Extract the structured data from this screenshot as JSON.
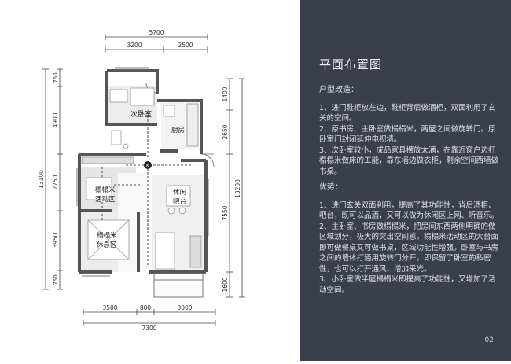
{
  "plan": {
    "dims_top": {
      "total": "5700",
      "left": "3200",
      "right": "2500"
    },
    "dims_bottom": {
      "total": "7300",
      "left": "3500",
      "mid": "800",
      "right": "3000"
    },
    "dims_left": {
      "total": "13100",
      "seg1": "750",
      "seg2": "4900",
      "seg3": "2750",
      "seg4": "3950",
      "seg5": "750"
    },
    "dims_right": {
      "total": "13200",
      "seg1": "1400",
      "seg2": "2650",
      "seg3": "7550",
      "seg4": "1600"
    },
    "rooms": {
      "bedroom_small": "次卧室",
      "kitchen": "厨房",
      "tatami_top_line1": "榻榻米",
      "tatami_top_line2": "活动区",
      "leisure_line1": "休闲",
      "leisure_line2": "吧台",
      "tatami_bottom_line1": "榻榻米",
      "tatami_bottom_line2": "休息区"
    }
  },
  "panel": {
    "title": "平面布置图",
    "section1": {
      "heading": "户型改造：",
      "items": [
        "1、进门鞋柜放左边，鞋柜背后做酒柜，双面利用了玄关的空间。",
        "2、原书房、主卧室做榻榻米，两屋之间做旋转门。原卧室门封闭延伸电视墙。",
        "3、次卧室较小，成品家具摆放太满，在靠近窗户边打榻榻米做床的工能，靠东墙边做衣柜，剩余空间西墙做书桌。"
      ]
    },
    "section2": {
      "heading": "优势：",
      "items": [
        "1、进门玄关双面利用，提高了其功能性，背后酒柜、吧台，既可以品酒，又可以做为休闲区上网、听音乐。",
        "2、主卧室、书房做榻榻米，把房间东西两侧明确的做区域划分，极大的突出空间感。榻榻米活动区的大台面即可做餐桌又可做书桌，区域功能性增强。卧室与书房之间的墙体打通用旋转门分开，即保留了卧室的私密性，也可以打开通风，增加采光。",
        "3、小卧室做半屋榻榻米即提高了功能性，又增加了活动空间。"
      ]
    },
    "page_number": "02"
  }
}
